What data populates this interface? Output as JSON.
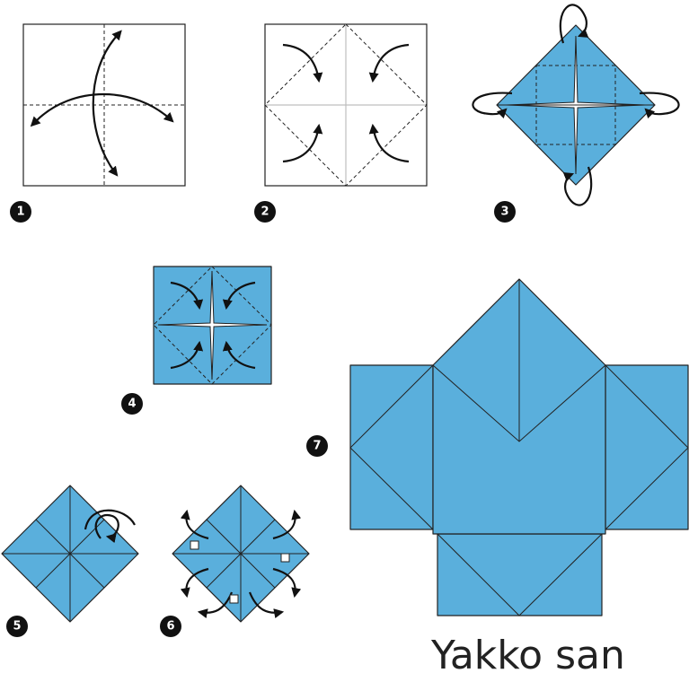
{
  "diagram": {
    "title": "Yakko san",
    "steps": [
      "1",
      "2",
      "3",
      "4",
      "5",
      "6",
      "7"
    ]
  },
  "colors": {
    "paper": "#5aafdc",
    "outline": "#222222",
    "background": "#ffffff"
  }
}
